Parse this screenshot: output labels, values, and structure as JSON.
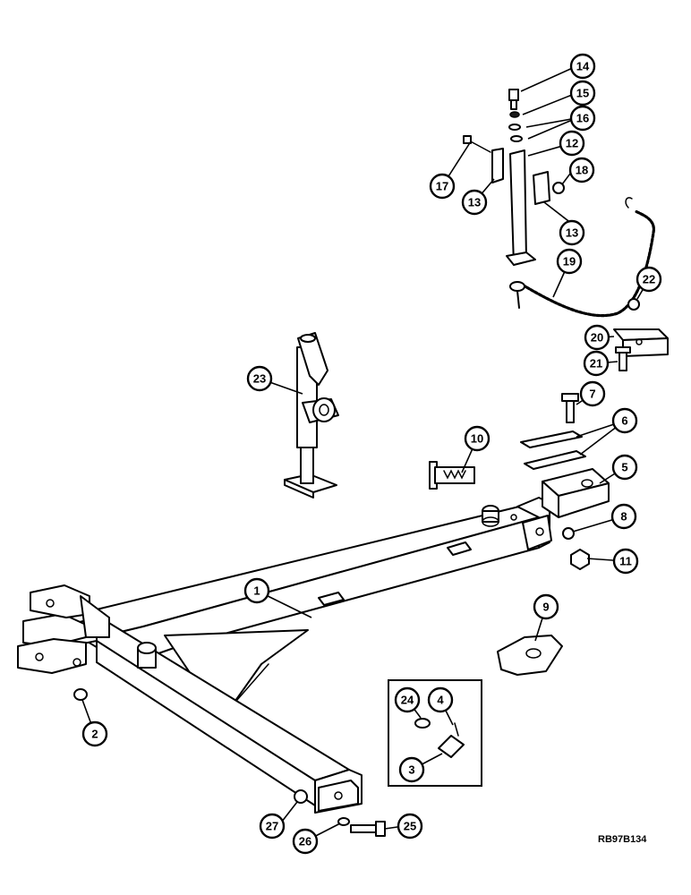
{
  "diagram": {
    "reference_code": "RB97B134",
    "callout_labels": {
      "c1": "1",
      "c2": "2",
      "c3": "3",
      "c4": "4",
      "c5": "5",
      "c6": "6",
      "c7": "7",
      "c8": "8",
      "c9": "9",
      "c10": "10",
      "c11": "11",
      "c12": "12",
      "c13a": "13",
      "c13b": "13",
      "c14": "14",
      "c15": "15",
      "c16": "16",
      "c17": "17",
      "c18": "18",
      "c19": "19",
      "c20": "20",
      "c21": "21",
      "c22": "22",
      "c23": "23",
      "c24": "24",
      "c25": "25",
      "c26": "26",
      "c27": "27"
    }
  }
}
